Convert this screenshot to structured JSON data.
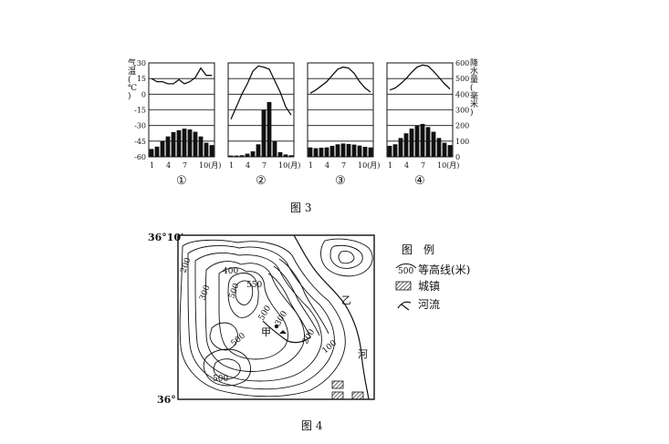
{
  "figure3": {
    "caption": "图 3",
    "left_axis": {
      "unit_chars": [
        "气",
        "温",
        "(",
        "℃",
        ")"
      ],
      "ticks": [
        "30",
        "15",
        "0",
        "-15",
        "-30",
        "-45",
        "-60"
      ]
    },
    "right_axis": {
      "unit_chars": [
        "降",
        "水",
        "量",
        "(",
        "毫",
        "米",
        ")"
      ],
      "ticks": [
        "600",
        "500",
        "400",
        "300",
        "200",
        "100",
        "0"
      ]
    },
    "x_ticks": [
      "1",
      "4",
      "7",
      "10(月)"
    ],
    "panel_labels": [
      "①",
      "②",
      "③",
      "④"
    ]
  },
  "chart_data": [
    {
      "type": "bar",
      "series": [
        {
          "values": [
            15,
            12,
            12,
            10,
            10,
            14,
            10,
            12,
            16,
            25,
            18,
            18
          ]
        },
        {
          "values": [
            50,
            65,
            100,
            130,
            158,
            170,
            180,
            175,
            160,
            130,
            90,
            75
          ]
        }
      ]
    },
    {
      "type": "bar",
      "series": [
        {
          "values": [
            -24,
            -12,
            0,
            10,
            22,
            27,
            26,
            24,
            13,
            2,
            -12,
            -20
          ]
        },
        {
          "values": [
            8,
            8,
            10,
            20,
            35,
            80,
            300,
            350,
            100,
            30,
            15,
            10
          ]
        }
      ]
    },
    {
      "type": "bar",
      "series": [
        {
          "values": [
            1,
            4,
            8,
            12,
            18,
            24,
            26,
            25,
            20,
            12,
            6,
            2
          ]
        },
        {
          "values": [
            60,
            55,
            58,
            60,
            70,
            80,
            85,
            82,
            78,
            72,
            64,
            60
          ]
        }
      ]
    },
    {
      "type": "bar",
      "series": [
        {
          "values": [
            4,
            6,
            10,
            15,
            21,
            26,
            28,
            27,
            22,
            16,
            10,
            5
          ]
        },
        {
          "values": [
            70,
            80,
            120,
            150,
            180,
            200,
            210,
            190,
            160,
            120,
            90,
            75
          ]
        }
      ]
    }
  ],
  "figure4": {
    "caption": "图 4",
    "lat_top": "36°10′",
    "lat_bottom": "36°",
    "labels": {
      "jia": "甲",
      "yi": "乙",
      "river": "河"
    },
    "contour_labels": [
      "200",
      "300",
      "400",
      "500",
      "550",
      "500",
      "500",
      "300",
      "200",
      "100",
      "500"
    ],
    "legend": {
      "title": "图　例",
      "contour_sample": "500",
      "contour": "等高线(米)",
      "town": "城镇",
      "river": "河流"
    }
  }
}
